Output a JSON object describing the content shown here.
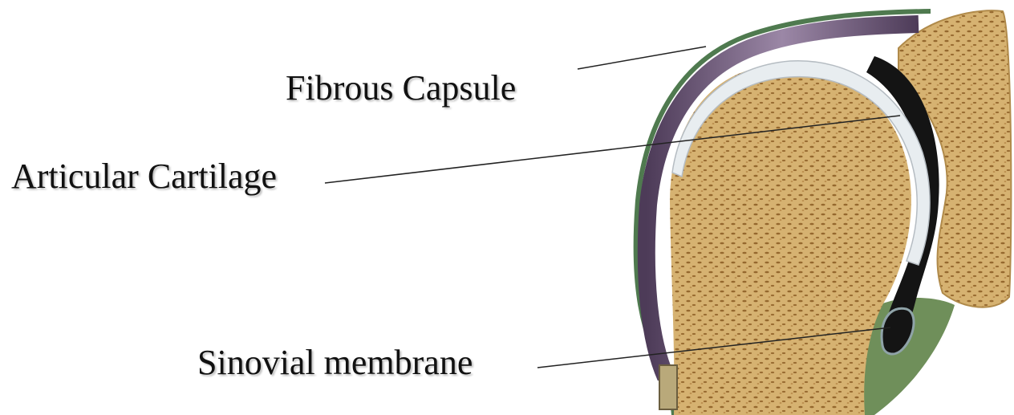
{
  "labels": {
    "fibrous_capsule": "Fibrous Capsule",
    "articular_cartilage": "Articular Cartilage",
    "sinovial_membrane": "Sinovial membrane"
  },
  "colors": {
    "bone": "#d6b271",
    "bone_pores": "#8a5a22",
    "cartilage": "#e8edf0",
    "capsule": "#6e5a7a",
    "capsule_outer": "#4f7a4f",
    "joint_space": "#141414",
    "muscle": "#6f8f5a",
    "leader_line": "#222222"
  },
  "icons": {
    "diagram": "shoulder-joint-illustration"
  }
}
